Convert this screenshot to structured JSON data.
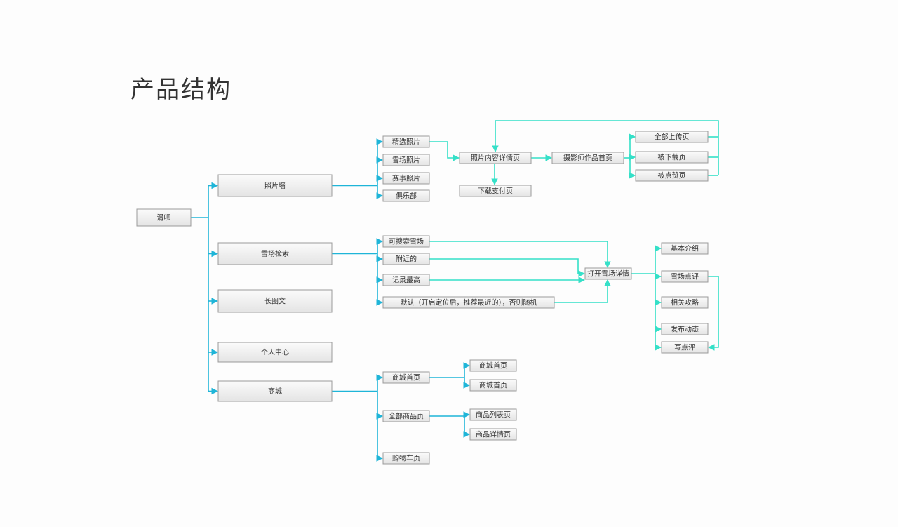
{
  "title": "产品结构",
  "colors": {
    "edge_blue": "#1fb5d8",
    "edge_cyan": "#35e0c8",
    "node_border": "#9a9a9a",
    "node_fill_top": "#fbfbfb",
    "node_fill_bottom": "#e4e4e4",
    "text": "#333333"
  },
  "nodes": [
    {
      "id": "root",
      "label": "滑呗"
    },
    {
      "id": "photo_wall",
      "label": "照片墙"
    },
    {
      "id": "resort_search",
      "label": "雪场检索"
    },
    {
      "id": "long_article",
      "label": "长图文"
    },
    {
      "id": "personal_center",
      "label": "个人中心"
    },
    {
      "id": "mall",
      "label": "商城"
    },
    {
      "id": "featured_photos",
      "label": "精选照片"
    },
    {
      "id": "resort_photos",
      "label": "雪场照片"
    },
    {
      "id": "event_photos",
      "label": "赛事照片"
    },
    {
      "id": "club",
      "label": "俱乐部"
    },
    {
      "id": "photo_detail",
      "label": "照片内容详情页"
    },
    {
      "id": "download_pay",
      "label": "下载支付页"
    },
    {
      "id": "photographer_home",
      "label": "摄影师作品首页"
    },
    {
      "id": "all_uploads",
      "label": "全部上传页"
    },
    {
      "id": "downloaded",
      "label": "被下载页"
    },
    {
      "id": "liked",
      "label": "被点赞页"
    },
    {
      "id": "searchable_resort",
      "label": "可搜索雪场"
    },
    {
      "id": "nearby",
      "label": "附近的"
    },
    {
      "id": "record_highest",
      "label": "记录最高"
    },
    {
      "id": "default_rule",
      "label": "默认（开启定位后，推荐最近的），否则随机"
    },
    {
      "id": "open_resort_detail",
      "label": "打开雪场详情"
    },
    {
      "id": "basic_intro",
      "label": "基本介绍"
    },
    {
      "id": "resort_review",
      "label": "雪场点评"
    },
    {
      "id": "guides",
      "label": "相关攻略"
    },
    {
      "id": "post_update",
      "label": "发布动态"
    },
    {
      "id": "write_review",
      "label": "写点评"
    },
    {
      "id": "mall_home",
      "label": "商城首页"
    },
    {
      "id": "mall_home_a",
      "label": "商城首页"
    },
    {
      "id": "mall_home_b",
      "label": "商城首页"
    },
    {
      "id": "all_products",
      "label": "全部商品页"
    },
    {
      "id": "product_list",
      "label": "商品列表页"
    },
    {
      "id": "product_detail",
      "label": "商品详情页"
    },
    {
      "id": "cart",
      "label": "购物车页"
    }
  ],
  "edges": [
    [
      "root",
      "photo_wall"
    ],
    [
      "root",
      "resort_search"
    ],
    [
      "root",
      "long_article"
    ],
    [
      "root",
      "personal_center"
    ],
    [
      "root",
      "mall"
    ],
    [
      "photo_wall",
      "featured_photos"
    ],
    [
      "photo_wall",
      "resort_photos"
    ],
    [
      "photo_wall",
      "event_photos"
    ],
    [
      "photo_wall",
      "club"
    ],
    [
      "featured_photos",
      "photo_detail"
    ],
    [
      "photo_detail",
      "download_pay"
    ],
    [
      "photo_detail",
      "photographer_home"
    ],
    [
      "photographer_home",
      "all_uploads"
    ],
    [
      "photographer_home",
      "downloaded"
    ],
    [
      "photographer_home",
      "liked"
    ],
    [
      "downloaded",
      "photo_detail"
    ],
    [
      "resort_search",
      "searchable_resort"
    ],
    [
      "resort_search",
      "nearby"
    ],
    [
      "resort_search",
      "record_highest"
    ],
    [
      "resort_search",
      "default_rule"
    ],
    [
      "searchable_resort",
      "open_resort_detail"
    ],
    [
      "nearby",
      "open_resort_detail"
    ],
    [
      "record_highest",
      "open_resort_detail"
    ],
    [
      "default_rule",
      "open_resort_detail"
    ],
    [
      "open_resort_detail",
      "basic_intro"
    ],
    [
      "open_resort_detail",
      "resort_review"
    ],
    [
      "open_resort_detail",
      "guides"
    ],
    [
      "open_resort_detail",
      "post_update"
    ],
    [
      "open_resort_detail",
      "write_review"
    ],
    [
      "resort_review",
      "write_review"
    ],
    [
      "mall",
      "mall_home"
    ],
    [
      "mall",
      "all_products"
    ],
    [
      "mall",
      "cart"
    ],
    [
      "mall_home",
      "mall_home_a"
    ],
    [
      "mall_home",
      "mall_home_b"
    ],
    [
      "all_products",
      "product_list"
    ],
    [
      "all_products",
      "product_detail"
    ]
  ]
}
